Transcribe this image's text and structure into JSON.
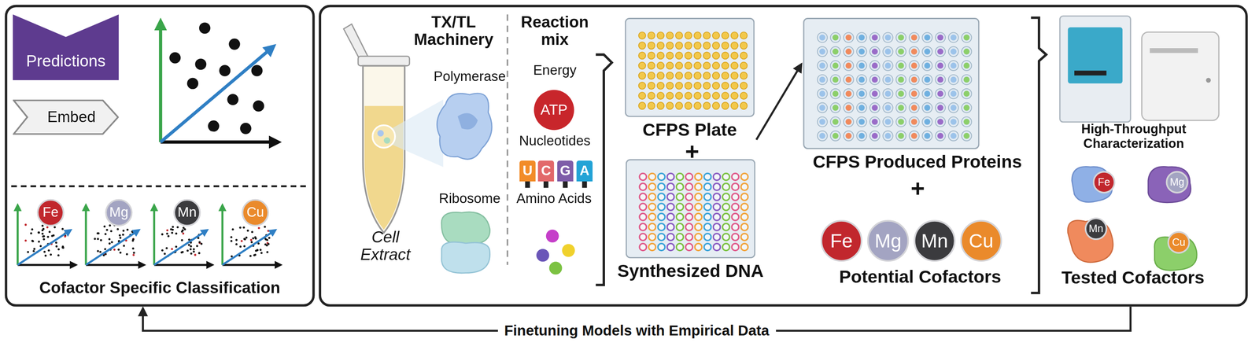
{
  "diagram": {
    "nodes": [
      {
        "text": [
          "Cofactor Specific Classification"
        ]
      },
      {
        "text": [
          "Predictions"
        ],
        "in": 0
      },
      {
        "text": [
          "Embed"
        ],
        "in": 0
      },
      {
        "text": [
          "Fe"
        ],
        "in": 0
      },
      {
        "text": [
          "Mg"
        ],
        "in": 0
      },
      {
        "text": [
          "Mn"
        ],
        "in": 0
      },
      {
        "text": [
          "Cu"
        ],
        "in": 0
      },
      {
        "text": []
      },
      {
        "text": [
          "ATP"
        ],
        "in": 7
      },
      {
        "text": [
          "U"
        ],
        "in": 7
      },
      {
        "text": [
          "C"
        ],
        "in": 7
      },
      {
        "text": [
          "G"
        ],
        "in": 7
      },
      {
        "text": [
          "A"
        ],
        "in": 7
      },
      {
        "text": [
          "CFPS Plate"
        ],
        "in": 7
      },
      {
        "text": [
          "Synthesized DNA"
        ],
        "in": 7
      },
      {
        "text": [
          "CFPS Produced Proteins"
        ],
        "in": 7
      },
      {
        "text": [
          "Fe"
        ],
        "in": 7
      },
      {
        "text": [
          "Mg"
        ],
        "in": 7
      },
      {
        "text": [
          "Mn"
        ],
        "in": 7
      },
      {
        "text": [
          "Cu"
        ],
        "in": 7
      },
      {
        "text": [
          "Fe"
        ],
        "in": 7
      },
      {
        "text": [
          "Mg"
        ],
        "in": 7
      },
      {
        "text": [
          "Mn"
        ],
        "in": 7
      },
      {
        "text": [
          "Cu"
        ],
        "in": 7
      }
    ],
    "edges": [
      {
        "from": 13,
        "to": 15,
        "arrow": "to"
      },
      {
        "from": 7,
        "to": 0,
        "arrow": "to",
        "label": "Finetuning Models with Empirical Data"
      }
    ],
    "labels": [
      "Cell Extract",
      "TX/TL Machinery",
      "Polymerase",
      "Ribosome",
      "Reaction mix",
      "Energy",
      "Nucleotides",
      "Amino Acids",
      "+",
      "+",
      "Potential Cofactors",
      "High-Throughput Characterization",
      "Tested Cofactors"
    ]
  }
}
